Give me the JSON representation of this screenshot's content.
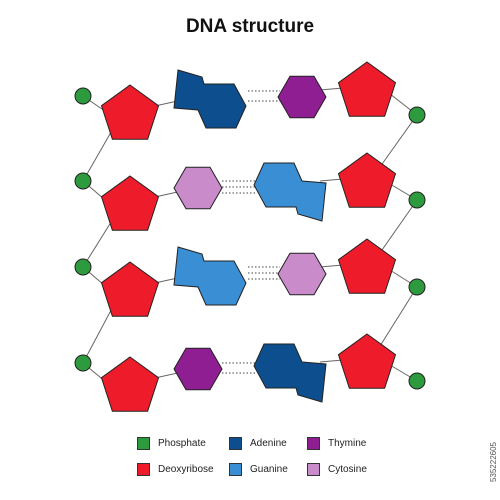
{
  "title": "DNA structure",
  "stock_id": "535222605",
  "colors": {
    "phosphate": "#2e9a3e",
    "deoxyribose": "#ee1c2a",
    "adenine": "#0d4f8e",
    "guanine": "#3a8ed4",
    "thymine": "#8e1e92",
    "cytosine": "#c98bc9"
  },
  "legend": [
    {
      "key": "phosphate",
      "label": "Phosphate"
    },
    {
      "key": "deoxyribose",
      "label": "Deoxyribose"
    },
    {
      "key": "adenine",
      "label": "Adenine"
    },
    {
      "key": "guanine",
      "label": "Guanine"
    },
    {
      "key": "thymine",
      "label": "Thymine"
    },
    {
      "key": "cytosine",
      "label": "Cytosine"
    }
  ],
  "base_pairs": [
    {
      "left": "adenine",
      "right": "thymine"
    },
    {
      "left": "cytosine",
      "right": "guanine"
    },
    {
      "left": "guanine",
      "right": "cytosine"
    },
    {
      "left": "thymine",
      "right": "adenine"
    }
  ]
}
